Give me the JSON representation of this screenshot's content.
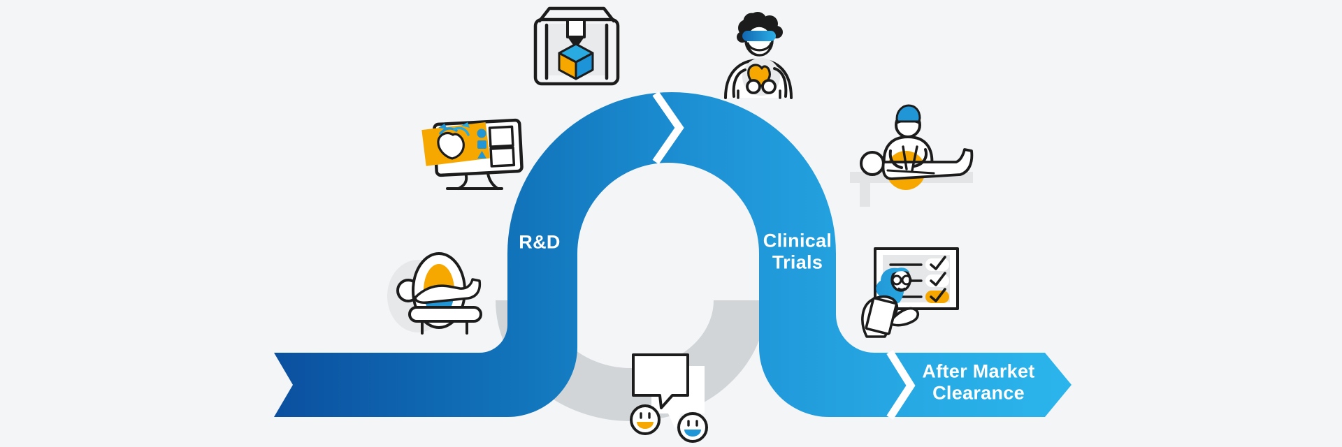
{
  "diagram_title": "Medical device lifecycle loop",
  "stages": {
    "rd": {
      "label": "R&D"
    },
    "clinical_trials": {
      "line1": "Clinical",
      "line2": "Trials"
    },
    "after_market": {
      "line1": "After Market",
      "line2": "Clearance"
    }
  },
  "colors": {
    "background": "#f3f5f7",
    "ribbon_start": "#0b50a0",
    "ribbon_mid": "#1b8bd0",
    "ribbon_end": "#2bb5ec",
    "loop_gray": "#d2d5d8",
    "accent_orange": "#f6a800",
    "accent_blue": "#2196d6",
    "accent_light_blue": "#29abe2",
    "outline_dark": "#1c1c1c",
    "label_text": "#ffffff"
  },
  "icons": [
    {
      "name": "cad-monitor-icon"
    },
    {
      "name": "3d-printer-icon"
    },
    {
      "name": "patient-heart-icon"
    },
    {
      "name": "surgery-icon"
    },
    {
      "name": "mri-scanner-icon"
    },
    {
      "name": "checklist-review-icon"
    },
    {
      "name": "feedback-bubbles-icon"
    },
    {
      "name": "chevron-right-icon"
    }
  ]
}
